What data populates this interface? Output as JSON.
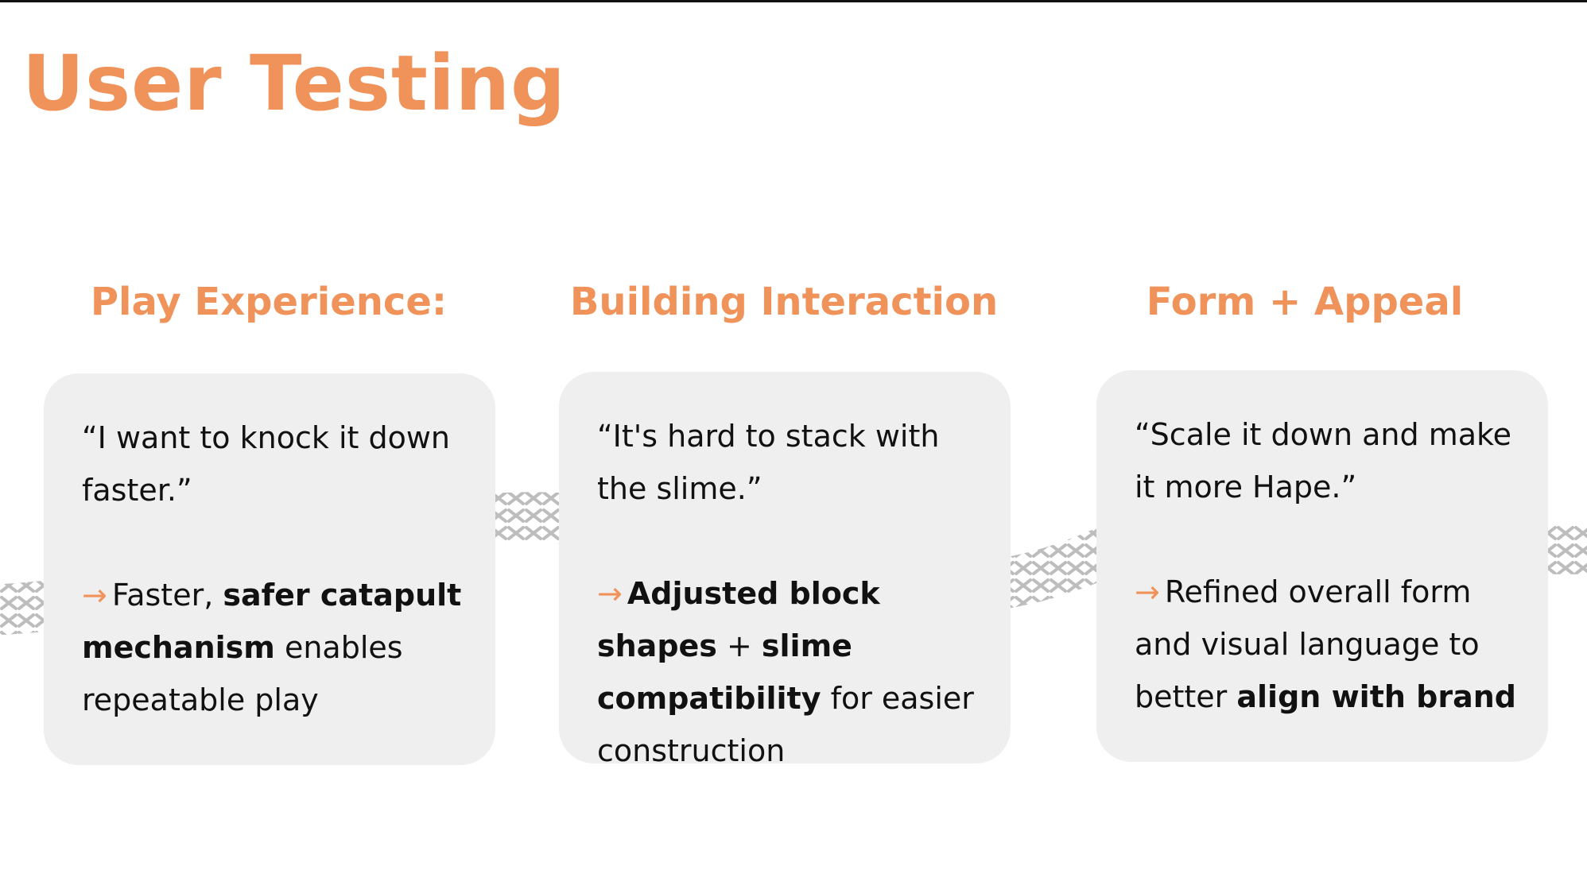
{
  "title": "User Testing",
  "accent_color": "#F0935A",
  "card_color": "#EFEFEF",
  "columns": [
    {
      "heading": "Play Experience:",
      "quote": "“I want to knock it down faster.”",
      "arrow": "→",
      "result": {
        "t1": "Faster, ",
        "b1": "safer catapult mechanism",
        "t2": " enables repeatable play",
        "b2": "",
        "t3": ""
      }
    },
    {
      "heading": "Building Interaction",
      "quote": "“It's hard to stack with the slime.”",
      "arrow": "→",
      "result": {
        "t1": "",
        "b1": "Adjusted block shapes",
        "t2": " + ",
        "b2": "slime compatibility",
        "t3": " for easier construction"
      }
    },
    {
      "heading": "Form + Appeal",
      "quote": "“Scale it down and make it more Hape.”",
      "arrow": "→",
      "result": {
        "t1": "Refined overall form and visual language to better ",
        "b1": "align with brand",
        "t2": "",
        "b2": "",
        "t3": ""
      }
    }
  ]
}
